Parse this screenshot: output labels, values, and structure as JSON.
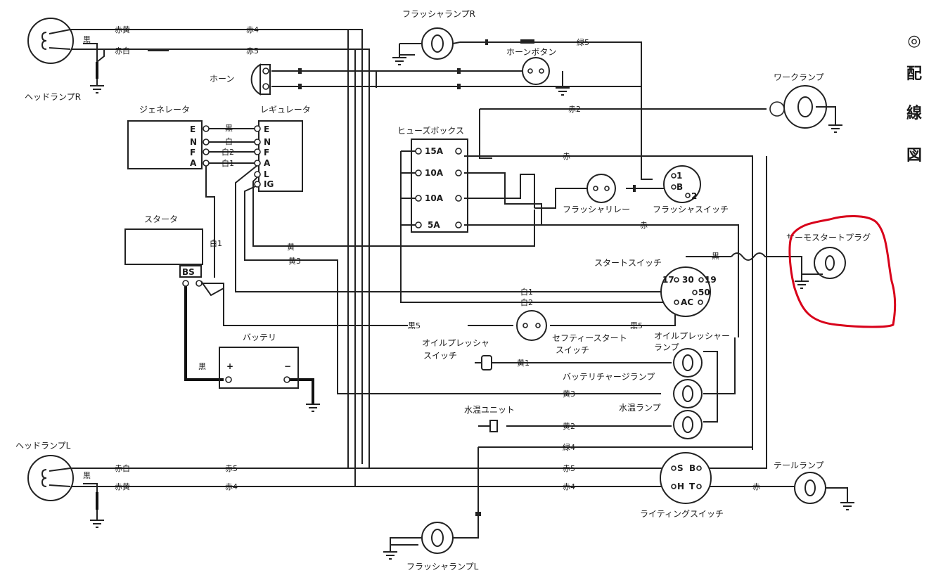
{
  "title": [
    "◎",
    "配",
    "線",
    "図"
  ],
  "components": {
    "headlamp_r": "ヘッドランプR",
    "headlamp_l": "ヘッドランプL",
    "flasher_lamp_r": "フラッシャランプR",
    "flasher_lamp_l": "フラッシャランプL",
    "horn": "ホーン",
    "horn_button": "ホーンボタン",
    "work_lamp": "ワークランプ",
    "generator": "ジェネレータ",
    "regulator": "レギュレータ",
    "fuse_box": "ヒューズボックス",
    "flasher_relay": "フラッシャリレー",
    "flasher_switch": "フラッシャスイッチ",
    "thermostart_plug": "サーモスタートプラグ",
    "starter": "スタータ",
    "start_switch": "スタートスイッチ",
    "battery": "バッテリ",
    "oil_pressure_switch": [
      "オイルプレッシャ",
      "スイッチ"
    ],
    "safety_start_switch": [
      "セフティースタート",
      "スイッチ"
    ],
    "oil_pressure_lamp": [
      "オイルプレッシャー",
      "ランプ"
    ],
    "battery_charge_lamp": "バッテリチャージランプ",
    "water_temp_unit": "水温ユニット",
    "water_temp_lamp": "水温ランプ",
    "lighting_switch": "ライティングスイッチ",
    "tail_lamp": "テールランプ"
  },
  "generator_terminals": [
    "E",
    "N",
    "F",
    "A"
  ],
  "regulator_terminals": [
    "E",
    "N",
    "F",
    "A",
    "L",
    "IG"
  ],
  "fuses": [
    "15A",
    "10A",
    "10A",
    "5A"
  ],
  "flasher_switch_terminals": [
    "1",
    "B",
    "2"
  ],
  "start_switch_terminals": [
    "17",
    "30",
    "19",
    "50",
    "AC"
  ],
  "starter_terminal": "BS",
  "battery_terminals": [
    "+",
    "−"
  ],
  "lighting_switch_terminals": [
    "S",
    "B",
    "H",
    "T"
  ],
  "wire_labels": {
    "hl_r_upper_left": "赤黄",
    "hl_r_upper_right": "赤4",
    "hl_r_lower_left": "赤白",
    "hl_r_lower_right": "赤5",
    "hl_r_ground": "黒",
    "flasher_r_wire": "緑5",
    "work_lamp_wire": "赤2",
    "fuse_right": "赤",
    "gen_e": "黒",
    "gen_n": "白",
    "gen_f": "白2",
    "gen_a": "白1",
    "starter_ig": "白1",
    "yellow_wire": "黄",
    "yellow3_wire": "黄3",
    "fuse_5a": "赤",
    "white1": "白1",
    "white2": "白2",
    "black5_left": "黒5",
    "black5_right": "黒5",
    "therm_black": "黒",
    "bat_plus": "黒",
    "oil_yellow1": "黄1",
    "charge_yellow3": "黄3",
    "water_yellow2": "黄2",
    "green4": "緑4",
    "hl_l_upper_left": "赤白",
    "hl_l_upper_right": "赤5",
    "hl_l_lower_left": "赤黄",
    "hl_l_lower_right": "赤4",
    "hl_l_ground": "黒",
    "ls_red5": "赤5",
    "ls_red4": "赤4",
    "tail_wire": "赤"
  }
}
